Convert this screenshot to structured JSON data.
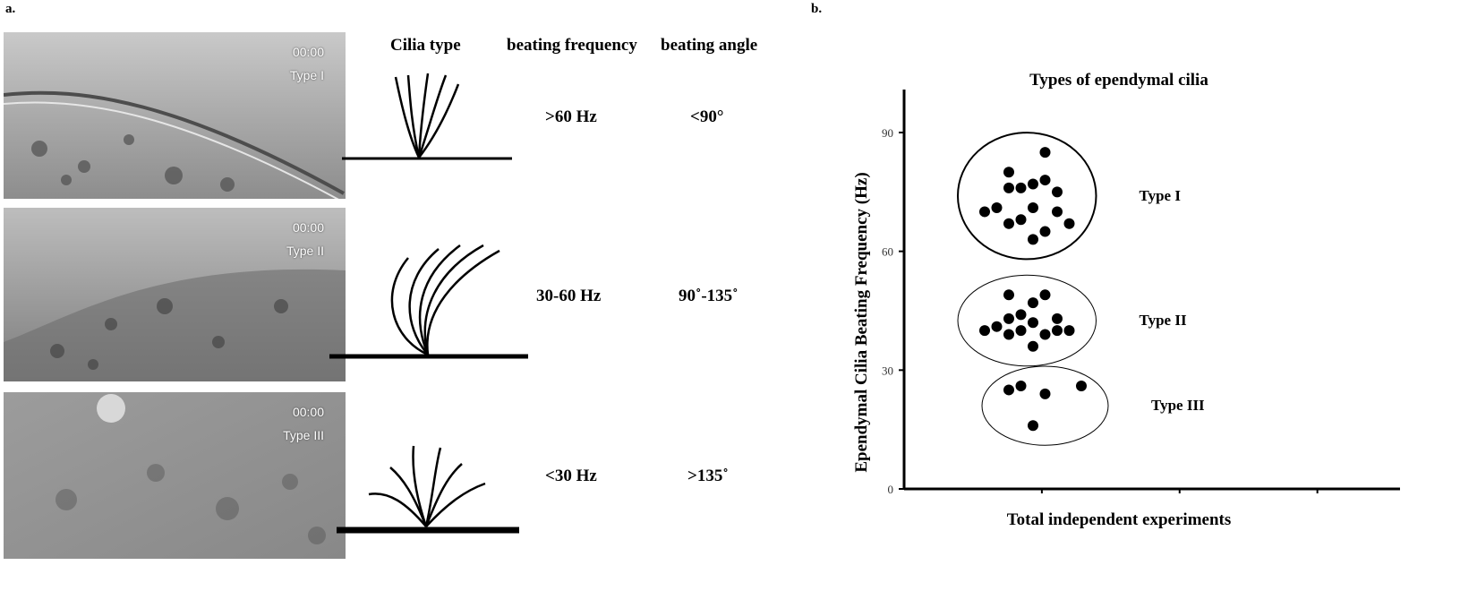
{
  "panel_a": {
    "label": "a.",
    "headers": {
      "cilia_type": "Cilia type",
      "frequency": "beating frequency",
      "angle": "beating angle"
    },
    "rows": [
      {
        "time": "00:00",
        "type_label": "Type I",
        "frequency": ">60 Hz",
        "angle": "<90°"
      },
      {
        "time": "00:00",
        "type_label": "Type II",
        "frequency": "30-60 Hz",
        "angle": "90˚-135˚"
      },
      {
        "time": "00:00",
        "type_label": "Type III",
        "frequency": "<30 Hz",
        "angle": ">135˚"
      }
    ]
  },
  "panel_b": {
    "label": "b."
  },
  "chart_data": {
    "type": "scatter",
    "title": "Types of ependymal cilia",
    "xlabel": "Total independent experiments",
    "ylabel": "Ependymal Cilia Beating Frequency (Hz)",
    "ylim": [
      0,
      90
    ],
    "yticks": [
      "0",
      "30",
      "60",
      "90"
    ],
    "xticks_count": 3,
    "grid": false,
    "groups": [
      {
        "name": "Type I",
        "points": [
          [
            1,
            70
          ],
          [
            1.5,
            71
          ],
          [
            2,
            80
          ],
          [
            2,
            76
          ],
          [
            2.5,
            76
          ],
          [
            3,
            77
          ],
          [
            3.5,
            78
          ],
          [
            4,
            75
          ],
          [
            2,
            67
          ],
          [
            2.5,
            68
          ],
          [
            3,
            71
          ],
          [
            3.5,
            65
          ],
          [
            3,
            63
          ],
          [
            4,
            70
          ],
          [
            4.5,
            67
          ],
          [
            3.5,
            85
          ]
        ]
      },
      {
        "name": "Type II",
        "points": [
          [
            1,
            40
          ],
          [
            1.5,
            41
          ],
          [
            2,
            49
          ],
          [
            2,
            43
          ],
          [
            2.5,
            44
          ],
          [
            3,
            47
          ],
          [
            3.5,
            49
          ],
          [
            4,
            43
          ],
          [
            2,
            39
          ],
          [
            2.5,
            40
          ],
          [
            3,
            42
          ],
          [
            3.5,
            39
          ],
          [
            3,
            36
          ],
          [
            4,
            40
          ],
          [
            4.5,
            40
          ]
        ]
      },
      {
        "name": "Type III",
        "points": [
          [
            2,
            25
          ],
          [
            2.5,
            26
          ],
          [
            3.5,
            24
          ],
          [
            5,
            26
          ],
          [
            3,
            16
          ]
        ]
      }
    ]
  },
  "colors": {
    "ink": "#000000",
    "background": "#ffffff"
  }
}
